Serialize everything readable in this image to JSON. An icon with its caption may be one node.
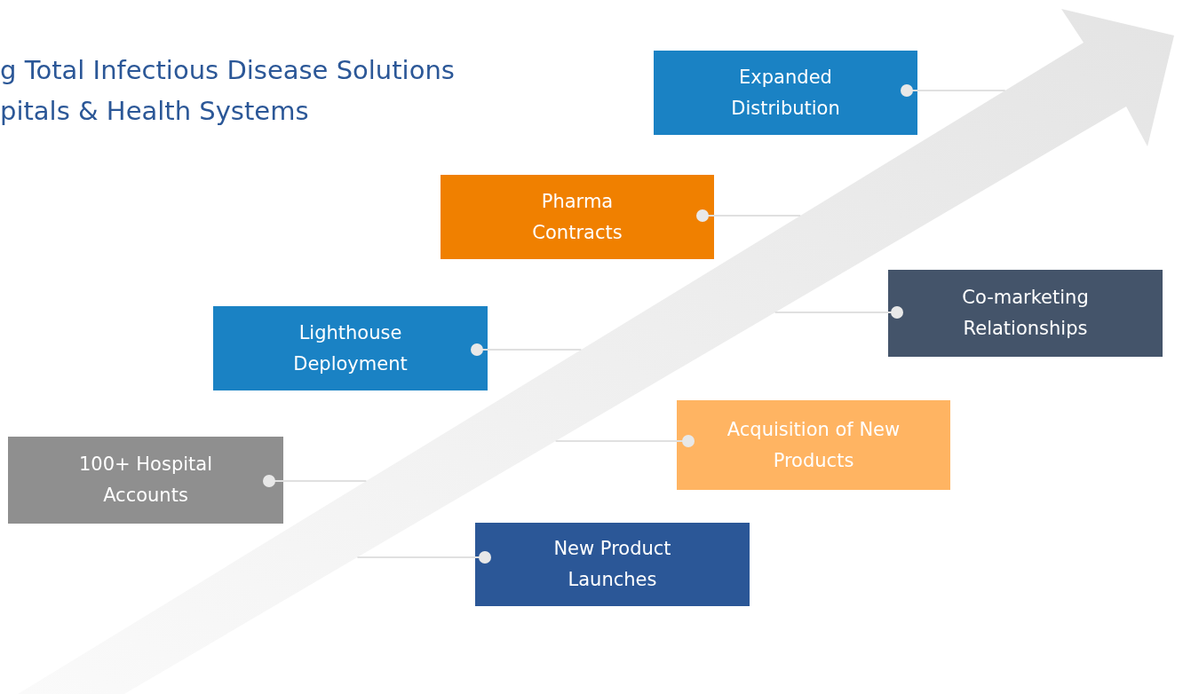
{
  "diagram": {
    "title": "g Total Infectious Disease Solutions pitals & Health Systems",
    "nodes": [
      {
        "text": [
          "Expanded Distribution"
        ]
      },
      {
        "text": [
          "Pharma Contracts"
        ]
      },
      {
        "text": [
          "Co-marketing Relationships"
        ]
      },
      {
        "text": [
          "Lighthouse Deployment"
        ]
      },
      {
        "text": [
          "Acquisition of New Products"
        ]
      },
      {
        "text": [
          "100+ Hospital Accounts"
        ]
      },
      {
        "text": [
          "New Product Launches"
        ]
      },
      {
        "text": [],
        "shape": "arrow"
      }
    ],
    "edges": [
      {
        "from": 0,
        "to": 7,
        "arrow": "other"
      },
      {
        "from": 1,
        "to": 7,
        "arrow": "other"
      },
      {
        "from": 2,
        "to": 7,
        "arrow": "other"
      },
      {
        "from": 3,
        "to": 7,
        "arrow": "other"
      },
      {
        "from": 4,
        "to": 7,
        "arrow": "other"
      },
      {
        "from": 5,
        "to": 7,
        "arrow": "other"
      },
      {
        "from": 6,
        "to": 7,
        "arrow": "other"
      }
    ]
  }
}
